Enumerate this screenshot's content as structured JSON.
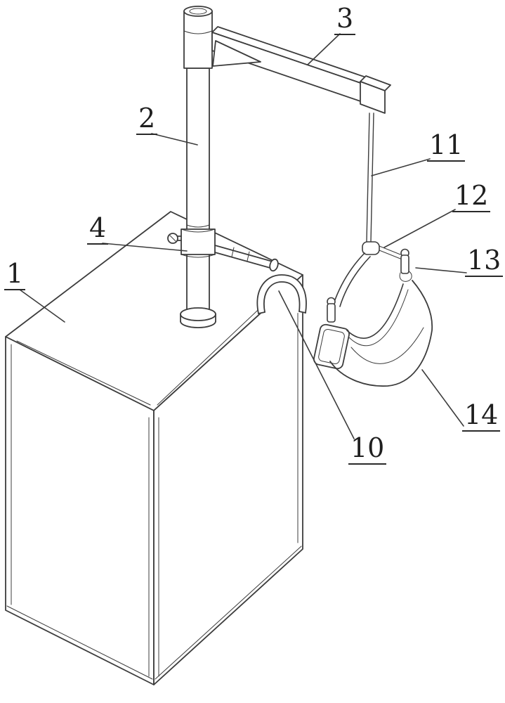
{
  "figure": {
    "type": "patent-line-drawing",
    "description_visible_text_only": true,
    "background_color": "#ffffff",
    "line_color": "#3c3c3c",
    "label_color": "#1f1f1f",
    "labels": [
      {
        "id": "part-1",
        "text": "1"
      },
      {
        "id": "part-2",
        "text": "2"
      },
      {
        "id": "part-3",
        "text": "3"
      },
      {
        "id": "part-4",
        "text": "4"
      },
      {
        "id": "part-10",
        "text": "10"
      },
      {
        "id": "part-11",
        "text": "11"
      },
      {
        "id": "part-12",
        "text": "12"
      },
      {
        "id": "part-13",
        "text": "13"
      },
      {
        "id": "part-14",
        "text": "14"
      }
    ]
  }
}
